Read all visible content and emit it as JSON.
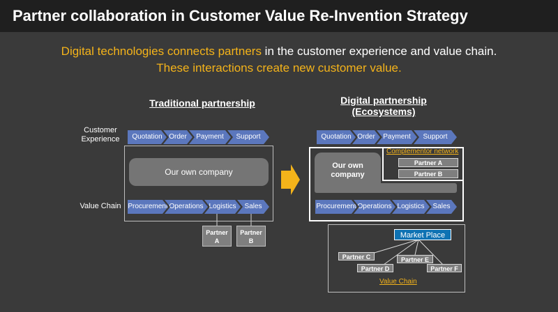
{
  "title": "Partner collaboration in Customer Value Re-Invention Strategy",
  "subtitle": {
    "line1_highlight": "Digital technologies connects partners",
    "line1_rest": " in the customer experience and value chain.",
    "line2": "These interactions create new customer value."
  },
  "traditional": {
    "heading": "Traditional  partnership",
    "customer_experience_label": "Customer Experience",
    "value_chain_label": "Value Chain",
    "customer_steps": [
      "Quotation",
      "Order",
      "Payment",
      "Support"
    ],
    "value_steps": [
      "Procurement",
      "Operations",
      "Logistics",
      "Sales"
    ],
    "company": "Our own company",
    "partners": [
      {
        "line1": "Partner",
        "line2": "A"
      },
      {
        "line1": "Partner",
        "line2": "B"
      }
    ]
  },
  "digital": {
    "heading_line1": "Digital partnership",
    "heading_line2": "(Ecosystems)",
    "customer_steps": [
      "Quotation",
      "Order",
      "Payment",
      "Support"
    ],
    "value_steps": [
      "Procurement",
      "Operations",
      "Logistics",
      "Sales"
    ],
    "company_line1": "Our own",
    "company_line2": "company",
    "complementor_label": "Complementor network",
    "complementor_partners": [
      "Partner A",
      "Partner B"
    ],
    "market_place": "Market Place",
    "market_partners": [
      "Partner C",
      "Partner D",
      "Partner E",
      "Partner F"
    ],
    "value_chain_label": "Value Chain"
  },
  "colors": {
    "accent": "#f4b31a",
    "chevron": "#5b77bd",
    "company_box": "#757575",
    "market_place": "#0e72b3",
    "title_bar": "#1f1f1f",
    "background": "#3a3a3a"
  }
}
